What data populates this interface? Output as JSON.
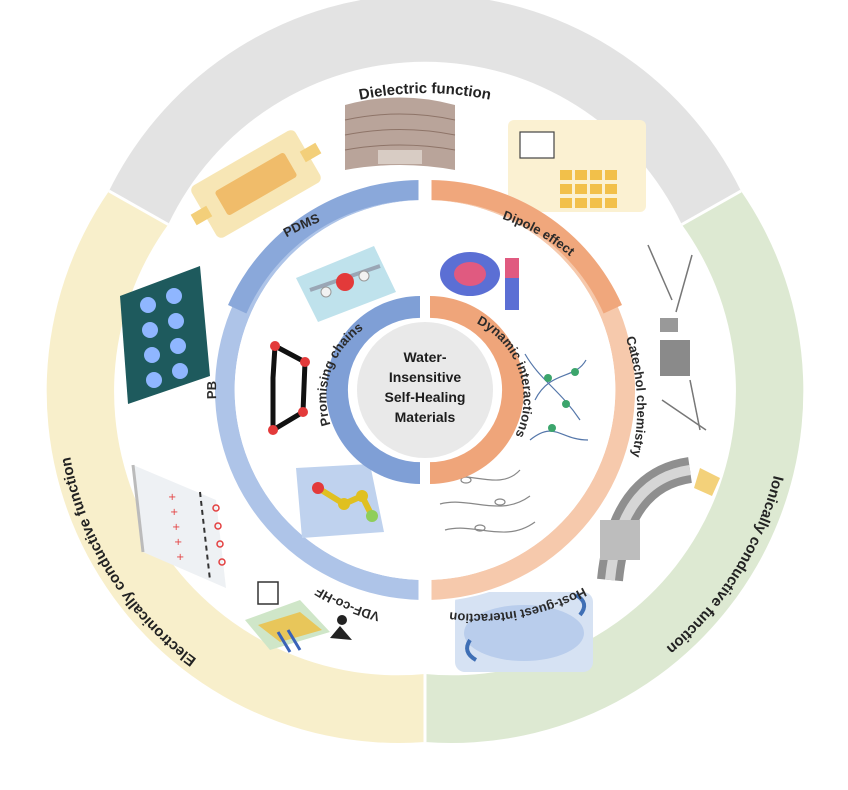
{
  "center": {
    "lines": [
      "Water-",
      "Insensitive",
      "Self-Healing",
      "Materials"
    ]
  },
  "inner_ring": {
    "left": "Promising chains",
    "right": "Dynamic interactions"
  },
  "middle_ring": {
    "pdms": "PDMS",
    "pb": "PB",
    "pvdf": "PVDF-co-HFP",
    "dipole": "Dipole effect",
    "catechol": "Catechol chemistry",
    "hostguest": "Host-guest interaction"
  },
  "outer_ring": {
    "dielectric": "Dielectric function",
    "ionic": "Ionically conductive function",
    "electronic": "Electronically conductive function"
  },
  "colors": {
    "dielectric": "#e3e3e3",
    "ionic": "#dde9d2",
    "electronic": "#f8efcb",
    "blue": "#7f9fd6",
    "blue_light": "#aec4e8",
    "orange": "#efa57a",
    "orange_light": "#f6c9ac",
    "center_fill": "#e9e9e9"
  },
  "icons": [
    "electrode-film-icon",
    "fabric-sensor-icon",
    "touch-panel-icon",
    "fiber-electrode-icon",
    "cable-connector-icon",
    "healing-film-icon",
    "wearable-device-icon",
    "charge-layer-icon",
    "led-array-icon",
    "pdms-molecule-icon",
    "pb-molecule-icon",
    "pvdf-molecule-icon",
    "dipole-icon",
    "catechol-network-icon",
    "host-guest-icon"
  ]
}
